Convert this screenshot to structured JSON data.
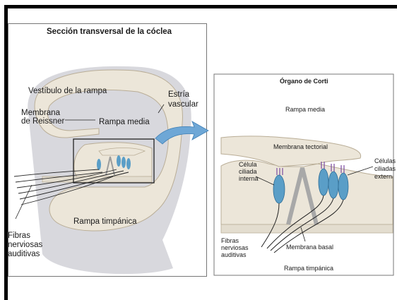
{
  "left_panel": {
    "title": "Sección transversal de la cóclea",
    "labels": {
      "vestibular": "Vestíbulo de la rampa",
      "stria_line1": "Estría",
      "stria_line2": "vascular",
      "reissner_line1": "Membrana",
      "reissner_line2": "de Reissner",
      "media": "Rampa media",
      "tympanic": "Rampa timpánica",
      "fibers_line1": "Fibras",
      "fibers_line2": "nerviosas",
      "fibers_line3": "auditivas"
    }
  },
  "right_panel": {
    "title": "Órgano de Corti",
    "labels": {
      "media": "Rampa media",
      "tectorial": "Membrana tectorial",
      "inner_line1": "Célula",
      "inner_line2": "ciliada",
      "inner_line3": "interna",
      "outer_line1": "Células",
      "outer_line2": "ciliadas",
      "outer_line3": "externas",
      "fibers_line1": "Fibras",
      "fibers_line2": "nerviosas",
      "fibers_line3": "auditivas",
      "basal": "Membrana basal",
      "tympanic": "Rampa timpánica"
    }
  },
  "colors": {
    "tissue": "#ece6d9",
    "tissue_stroke": "#b9ad96",
    "shadow": "#cfcfd4",
    "hair_cell": "#5a9ec7",
    "arrow": "#6ea7d6"
  }
}
